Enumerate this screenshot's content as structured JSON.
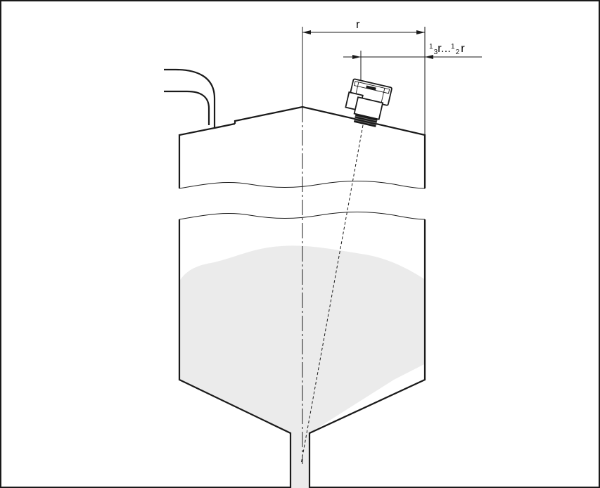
{
  "labels": {
    "radius": "r",
    "offset_num1": "1",
    "offset_den1": "3",
    "offset_mid": "r...",
    "offset_num2": "1",
    "offset_den2": "2",
    "offset_end": "r"
  },
  "colors": {
    "line": "#1a1a1a",
    "material_fill": "#ebebeb",
    "background": "#ffffff"
  },
  "icons": [
    "sensor-icon",
    "arrow-icon"
  ]
}
